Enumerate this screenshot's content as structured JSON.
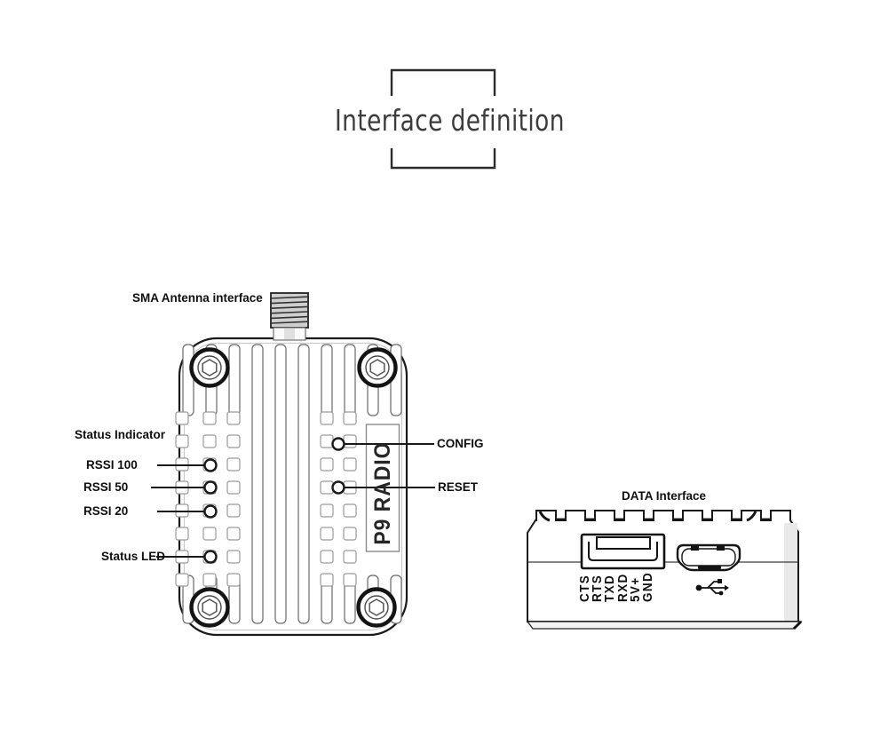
{
  "title": {
    "text": "Interface definition"
  },
  "front_view": {
    "antenna_label": "SMA Antenna interface",
    "status_indicator_label": "Status Indicator",
    "led_labels": [
      "RSSI 100",
      "RSSI 50",
      "RSSI 20",
      "Status LED"
    ],
    "button_labels": [
      "CONFIG",
      "RESET"
    ],
    "device_name": "P9 RADIO"
  },
  "data_interface": {
    "title": "DATA Interface",
    "pins": [
      "CTS",
      "RTS",
      "TXD",
      "RXD",
      "5V+",
      "GND"
    ]
  },
  "colors": {
    "line": "#1a1a1a",
    "fin": "#6a6a6a",
    "grid": "#9a9a9a",
    "shade": "#e9e9e9",
    "text": "#0f0f0f",
    "title_text": "#3c3c3c"
  }
}
